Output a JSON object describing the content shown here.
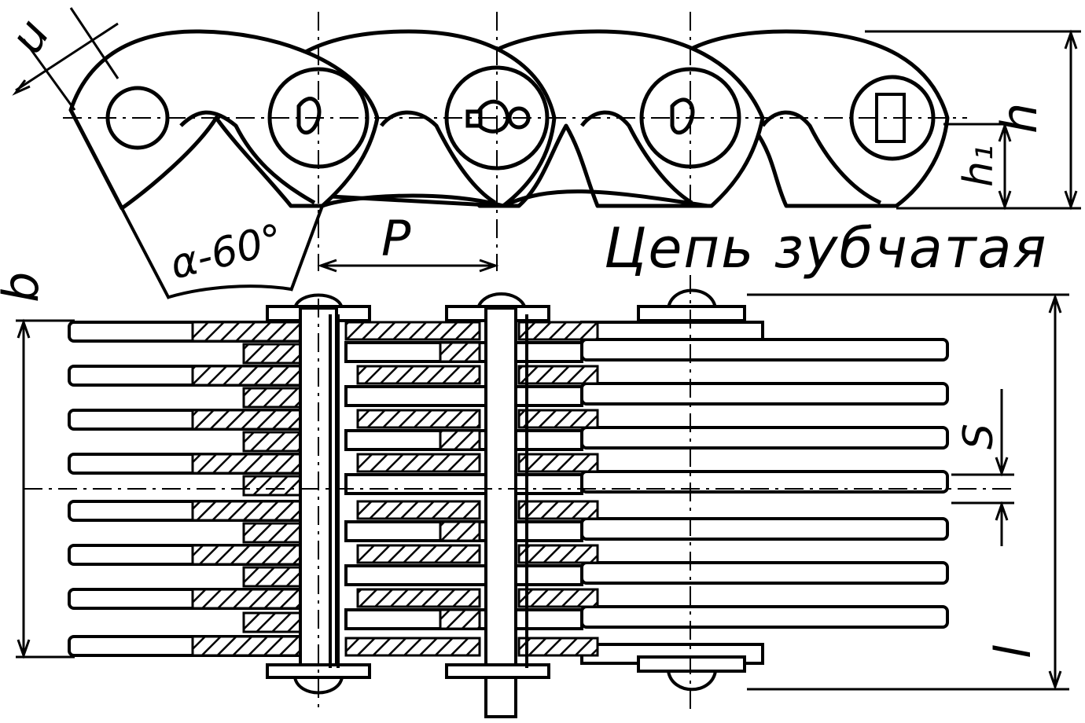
{
  "title": "Цепь зубчатая",
  "labels": {
    "angle": "α-60°",
    "pitch": "P",
    "height_total": "h",
    "height_partial": "h₁",
    "width_b": "b",
    "thickness_s": "S",
    "length_l": "l",
    "side_u": "u"
  },
  "colors": {
    "ink": "#000000",
    "paper": "#ffffff"
  }
}
